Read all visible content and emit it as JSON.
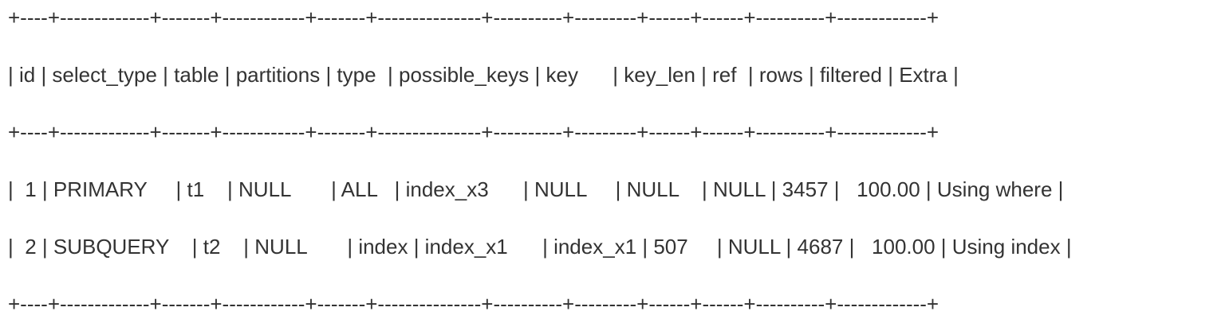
{
  "explain_output": {
    "lines": [
      "+----+-------------+-------+------------+-------+---------------+----------+---------+------+------+----------+-------------+",
      "| id | select_type | table | partitions | type  | possible_keys | key      | key_len | ref  | rows | filtered | Extra |",
      "+----+-------------+-------+------------+-------+---------------+----------+---------+------+------+----------+-------------+",
      "|  1 | PRIMARY     | t1    | NULL       | ALL   | index_x3      | NULL     | NULL    | NULL | 3457 |   100.00 | Using where |",
      "|  2 | SUBQUERY    | t2    | NULL       | index | index_x1      | index_x1 | 507     | NULL | 4687 |   100.00 | Using index |",
      "+----+-------------+-------+------------+-------+---------------+----------+---------+------+------+----------+-------------+"
    ]
  }
}
